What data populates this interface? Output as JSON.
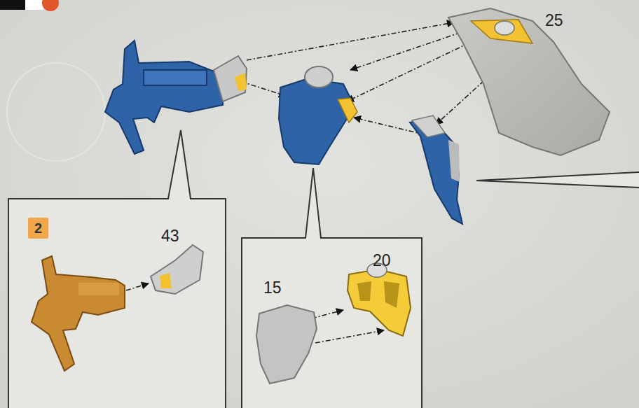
{
  "diagram": {
    "labels": [
      "25",
      "2",
      "43",
      "15",
      "20"
    ]
  }
}
